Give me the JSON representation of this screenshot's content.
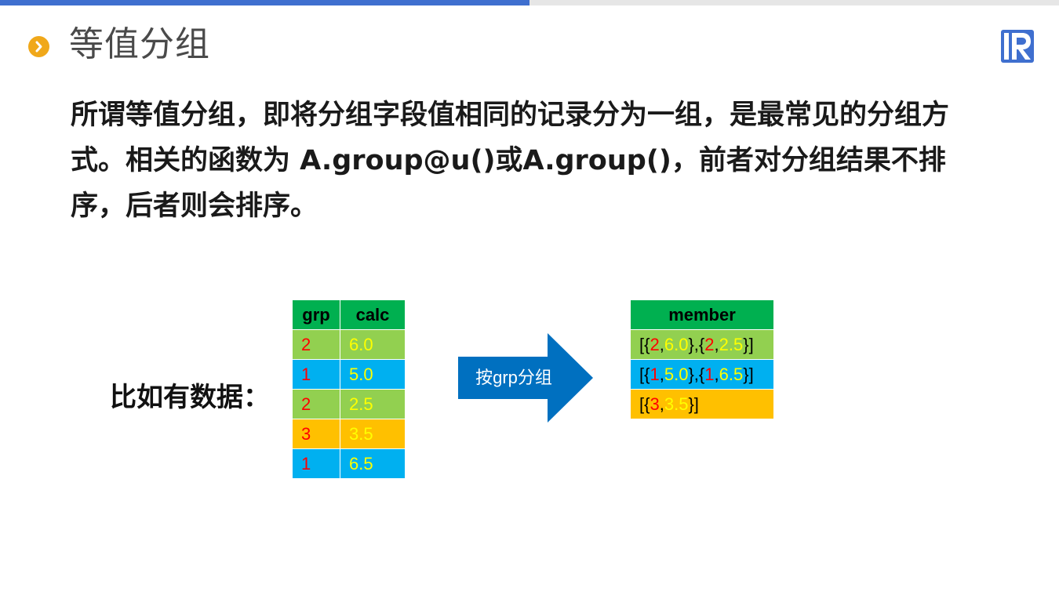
{
  "header": {
    "title": "等值分组",
    "progress": 0.5,
    "colors": {
      "accent": "#3f6fcf",
      "bullet": "#f0a81a",
      "logo": "#3f6fcf"
    }
  },
  "body": {
    "paragraph": "所谓等值分组，即将分组字段值相同的记录分为一组，是最常见的分组方式。相关的函数为 A.group@u()或A.group()，前者对分组结果不排序，后者则会排序。",
    "data_label": "比如有数据："
  },
  "source_table": {
    "headers": [
      "grp",
      "calc"
    ],
    "rows": [
      {
        "grp": "2",
        "calc": "6.0",
        "color": "green"
      },
      {
        "grp": "1",
        "calc": "5.0",
        "color": "blue"
      },
      {
        "grp": "2",
        "calc": "2.5",
        "color": "green"
      },
      {
        "grp": "3",
        "calc": "3.5",
        "color": "orange"
      },
      {
        "grp": "1",
        "calc": "6.5",
        "color": "blue"
      }
    ]
  },
  "arrow": {
    "label": "按grp分组",
    "color": "#0070c0"
  },
  "result_table": {
    "header": "member",
    "rows": [
      {
        "open": "[{",
        "g1": "2",
        "sep1": ",",
        "v1": "6.0",
        "mid": "},{",
        "g2": "2",
        "sep2": ",",
        "v2": "2.5",
        "close": "}]",
        "color": "green"
      },
      {
        "open": "[{",
        "g1": "1",
        "sep1": ",",
        "v1": "5.0",
        "mid": "},{",
        "g2": "1",
        "sep2": ",",
        "v2": "6.5",
        "close": "}]",
        "color": "blue"
      },
      {
        "open": "[{",
        "g1": "3",
        "sep1": ",",
        "v1": "3.5",
        "close": "}]",
        "color": "orange"
      }
    ]
  }
}
